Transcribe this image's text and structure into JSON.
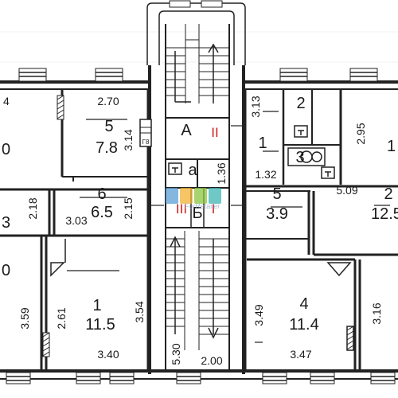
{
  "watermark": {
    "text": "ForRetailer",
    "colors": [
      "#5aa0d6",
      "#f3b233",
      "#8cc63f",
      "#3fb6b3"
    ]
  },
  "colors": {
    "walls": "#222222",
    "accent": "#cc1f1f",
    "background": "#ffffff"
  },
  "rooms": {
    "left_top_partial": {
      "dim_top": "4",
      "area": "0"
    },
    "room5_left": {
      "number": "5",
      "area": "7.8",
      "width": "2.70",
      "height": "3.14",
      "stove": "Г8"
    },
    "left_mid_partial": {
      "area": "3",
      "dim": "2.18"
    },
    "room6": {
      "number": "6",
      "area": "6.5",
      "width": "3.03",
      "height": "2.15"
    },
    "left_bottom_partial": {
      "area": "0",
      "dim": "3.59"
    },
    "room1_left": {
      "number": "1",
      "area": "11.5",
      "width": "3.40",
      "height": "3.54",
      "dim_left": "2.61"
    },
    "stair_A": {
      "label": "А",
      "roman": "II"
    },
    "closet_a": {
      "label": "а",
      "dim": "1.36"
    },
    "stair_B": {
      "label": "Б",
      "roman_left": "III",
      "roman_right": "I",
      "dim_bottom": "2.00",
      "dim_left": "5.30"
    },
    "room1_right": {
      "number": "1",
      "dim_top": "3.13",
      "dim_bottom": "1.32"
    },
    "room2_small": {
      "number": "2"
    },
    "room3_small": {
      "number": "3"
    },
    "right_top_partial": {
      "area": "1",
      "dim": "2.95"
    },
    "room5_right": {
      "number": "5",
      "area": "3.9"
    },
    "room2_right": {
      "number": "2",
      "area": "12.5",
      "width": "5.09"
    },
    "room4": {
      "number": "4",
      "area": "11.4",
      "width": "3.47",
      "height": "3.49"
    },
    "right_bottom_partial": {
      "dim": "3.16"
    }
  }
}
